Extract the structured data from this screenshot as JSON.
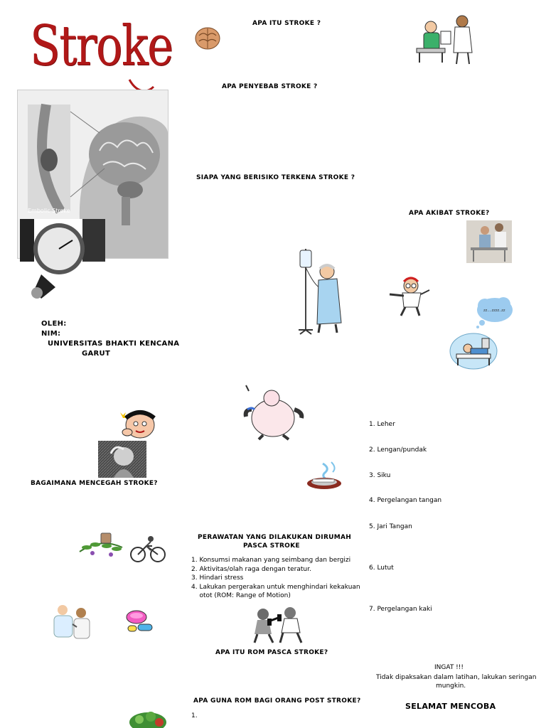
{
  "colors": {
    "title_red": "#b01818",
    "accent_blue": "#9ccbef"
  },
  "title": "Stroke",
  "hero_image": {
    "caption": "Embolic Stroke"
  },
  "author": {
    "oleh_label": "OLEH:",
    "nim_label": "NIM:",
    "university_line1": "UNIVERSITAS BHAKTI KENCANA",
    "university_line2": "GARUT"
  },
  "sections": {
    "apa_itu": "APA ITU STROKE ?",
    "penyebab": "APA PENYEBAB STROKE ?",
    "berisiko": "SIAPA YANG BERISIKO TERKENA STROKE ?",
    "akibat": "APA AKIBAT STROKE?",
    "mencegah": "BAGAIMANA MENCEGAH STROKE?",
    "rom": "APA ITU ROM  PASCA STROKE?",
    "guna_rom": "APA GUNA ROM BAGI ORANG POST STROKE?"
  },
  "perawatan": {
    "heading_line1": "PERAWATAN YANG DILAKUKAN DIRUMAH",
    "heading_line2": "PASCA STROKE",
    "items": [
      "1.  Konsumsi makanan yang seimbang dan bergizi",
      "2. Aktivitas/olah raga dengan teratur.",
      "3. Hindari stress",
      "4. Lakukan pergerakan untuk menghindari kekakuan",
      "    otot (ROM: Range of Motion)"
    ]
  },
  "guna_rom_list": [
    "1."
  ],
  "rom_list": [
    "1.  Leher",
    "2.  Lengan/pundak",
    "3.  Siku",
    "4.  Pergelangan  tangan",
    "5.  Jari Tangan",
    "6.  Lutut",
    "7.  Pergelangan kaki"
  ],
  "thought_bubble": "zz....zzzz..zz",
  "ingat": {
    "title": "INGAT !!!",
    "line1": "Tidak dipaksakan dalam latihan, lakukan seringan",
    "line2": "mungkin."
  },
  "closing": "SELAMAT MENCOBA",
  "icons": [
    "brain-icon",
    "doctor-patient-icon",
    "iv-patient-icon",
    "doctor-exam-icon",
    "sleep-bubble-icon",
    "bed-patient-icon",
    "rehab-icon",
    "headache-icon",
    "stressed-man-icon",
    "fat-man-icon",
    "cigarette-icon",
    "herbs-icon",
    "cyclist-icon",
    "doctor-checkup-icon",
    "pills-icon",
    "dumbbell-people-icon",
    "vegetables-icon",
    "blood-pressure-icon"
  ]
}
